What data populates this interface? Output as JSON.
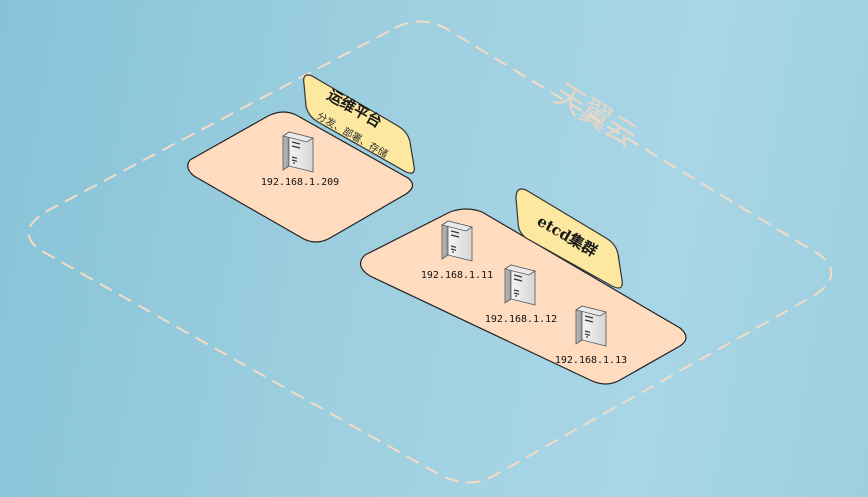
{
  "cloud": {
    "label": "天翼云"
  },
  "ops_platform": {
    "title": "运维平台",
    "subtitle": "分发、部署、存储",
    "server": {
      "ip": "192.168.1.209"
    }
  },
  "etcd_cluster": {
    "title": "etcd集群",
    "servers": [
      {
        "ip": "192.168.1.11"
      },
      {
        "ip": "192.168.1.12"
      },
      {
        "ip": "192.168.1.13"
      }
    ]
  },
  "colors": {
    "platform_fill": "#ffdcc0",
    "tag_fill": "#fde8a0",
    "dashed_border": "#f2dcc4"
  }
}
